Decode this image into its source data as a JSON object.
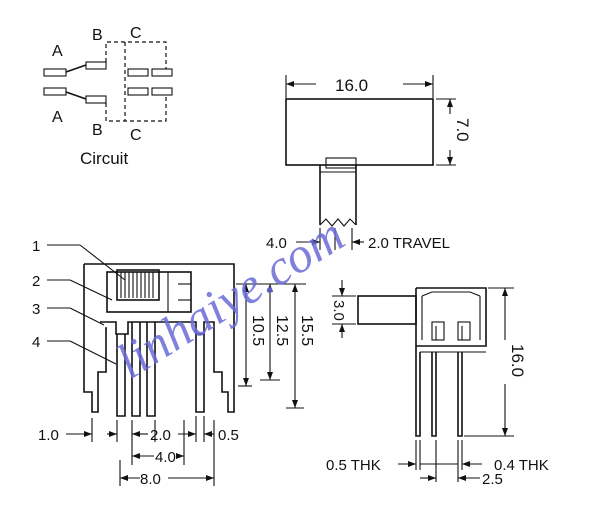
{
  "circuit": {
    "caption": "Circuit",
    "top_labels": [
      "A",
      "B",
      "C"
    ],
    "bottom_labels": [
      "A",
      "B",
      "C"
    ]
  },
  "top_view": {
    "width_dim": "16.0",
    "height_dim": "7.0",
    "left_dim": "4.0",
    "travel_dim": "2.0 TRAVEL"
  },
  "front_view": {
    "callouts": [
      "1",
      "2",
      "3",
      "4"
    ],
    "dims_vertical": [
      "10.5",
      "12.5",
      "15.5"
    ],
    "dim_1_0": "1.0",
    "dim_2_0": "2.0",
    "dim_0_5": "0.5",
    "dim_4_0": "4.0",
    "dim_8_0": "8.0"
  },
  "side_view": {
    "dim_3_0": "3.0",
    "dim_16_0": "16.0",
    "dim_0_5_thk": "0.5 THK",
    "dim_0_4_thk": "0.4 THK",
    "dim_2_5": "2.5"
  },
  "watermark": "linhaiye.com"
}
